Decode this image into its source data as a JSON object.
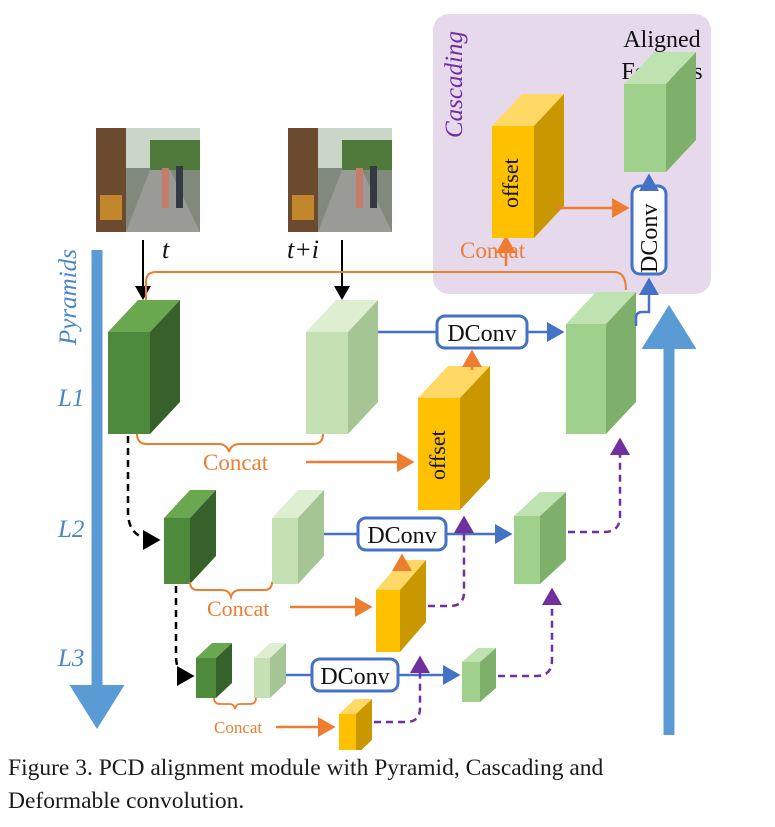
{
  "labels": {
    "cascading": "Cascading",
    "aligned_features_line1": "Aligned",
    "aligned_features_line2": "Features",
    "pyramids": "Pyramids",
    "time_t": "t",
    "time_t_plus_i": "t+i",
    "level_l1": "L1",
    "level_l2": "L2",
    "level_l3": "L3",
    "dconv": "DConv",
    "offset": "offset",
    "concat": "Concat"
  },
  "colors": {
    "dark_green": "#4e8a3c",
    "light_green": "#c5e0b3",
    "mid_green": "#9fd08c",
    "offset_orange": "#ffc000",
    "concat_orange": "#ed7d31",
    "arrow_blue": "#4472c4",
    "pyramid_blue": "#5b9bd5",
    "cascading_purple": "#e6d9ec",
    "dashed_purple": "#7030a0"
  },
  "caption": {
    "line1": "Figure 3.  PCD alignment module with Pyramid, Cascading and",
    "line2": "Deformable convolution."
  }
}
